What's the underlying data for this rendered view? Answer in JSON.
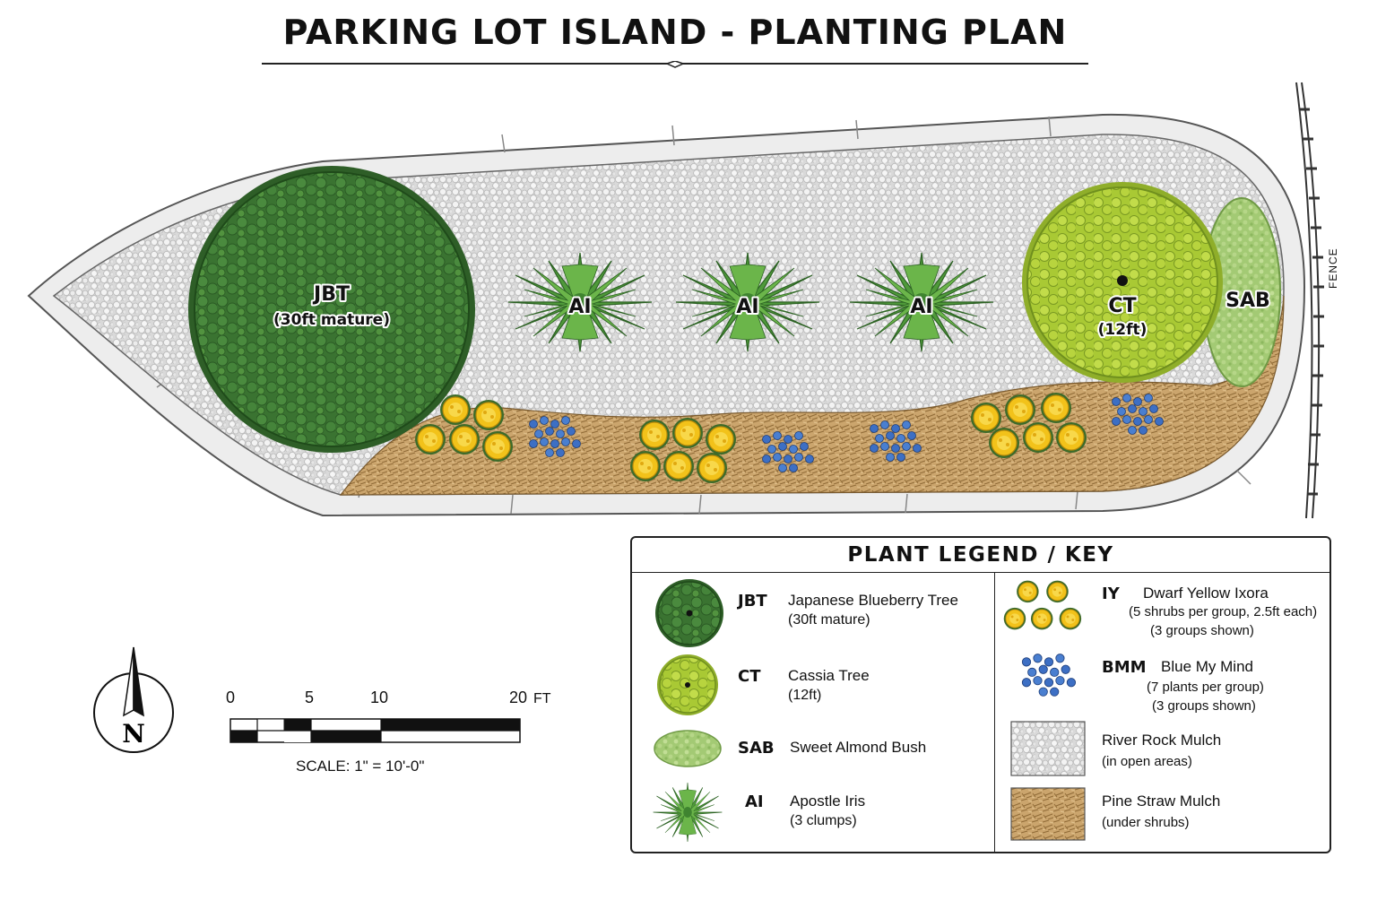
{
  "title": "PARKING LOT ISLAND - PLANTING PLAN",
  "plan": {
    "labels": {
      "jbt_code": "JBT",
      "jbt_size": "(30ft mature)",
      "ai_code": "AI",
      "ct_code": "CT",
      "ct_size": "(12ft)",
      "sab_code": "SAB"
    },
    "fence_label": "FENCE"
  },
  "legend": {
    "title": "PLANT LEGEND / KEY",
    "items": [
      {
        "code": "JBT",
        "name": "Japanese Blueberry Tree",
        "note": "(30ft mature)",
        "icon": "japanese-blueberry-tree-icon"
      },
      {
        "code": "CT",
        "name": "Cassia Tree",
        "note": "(12ft)",
        "icon": "cassia-tree-icon"
      },
      {
        "code": "SAB",
        "name": "Sweet Almond Bush",
        "note": "",
        "icon": "sweet-almond-bush-icon"
      },
      {
        "code": "AI",
        "name": "Apostle Iris",
        "note": "(3 clumps)",
        "icon": "apostle-iris-icon"
      },
      {
        "code": "IY",
        "name": "Dwarf Yellow Ixora",
        "note": "(5 shrubs per group, 2.5ft each)",
        "note2": "(3 groups shown)",
        "icon": "dwarf-yellow-ixora-icon"
      },
      {
        "code": "BMM",
        "name": "Blue My Mind",
        "note": "(7 plants per group)",
        "note2": "(3 groups shown)",
        "icon": "blue-my-mind-icon"
      },
      {
        "code": "",
        "name": "River Rock Mulch",
        "note": "(in open areas)",
        "icon": "river-rock-swatch"
      },
      {
        "code": "",
        "name": "Pine Straw Mulch",
        "note": "(under shrubs)",
        "icon": "pine-straw-swatch"
      }
    ]
  },
  "north_arrow": {
    "label": "N"
  },
  "scale_bar": {
    "ticks": [
      "0",
      "5",
      "10",
      "20"
    ],
    "unit": "FT",
    "text": "SCALE: 1\" = 10'-0\""
  },
  "colors": {
    "jbt": "#3f7a35",
    "ct": "#b5d13a",
    "sab": "#a9cf7a",
    "iris": "#4f9a3a",
    "ixora": "#f2c21a",
    "bmm": "#3d6fc4",
    "rock": "#e2e2e2",
    "straw": "#c9a26a"
  }
}
